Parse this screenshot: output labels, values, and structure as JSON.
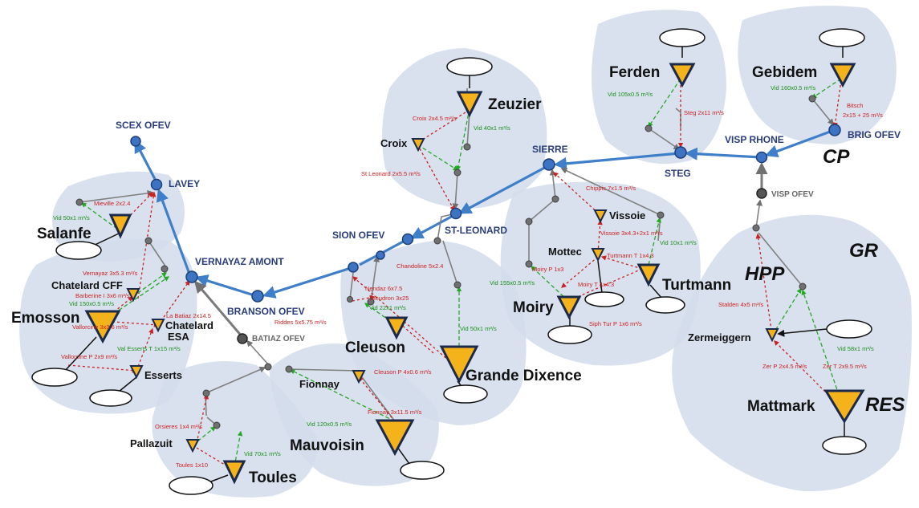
{
  "subsystems": {
    "cp": "CP",
    "gr": "GR",
    "hpp": "HPP",
    "res": "RES"
  },
  "river_nodes": {
    "scex": "SCEX OFEV",
    "lavey": "LAVEY",
    "vernayaz": "VERNAYAZ AMONT",
    "branson": "BRANSON OFEV",
    "batiaz": "BATIAZ OFEV",
    "sion": "SION OFEV",
    "st_leonard": "ST-LEONARD",
    "sierre": "SIERRE",
    "steg": "STEG",
    "visp_rhone": "VISP RHONE",
    "brig": "BRIG OFEV",
    "visp_ofev": "VISP OFEV"
  },
  "reservoirs": {
    "salanfe": "Salanfe",
    "emosson": "Emosson",
    "chatelard_cff": "Chatelard CFF",
    "chatelard_esa_1": "Chatelard",
    "chatelard_esa_2": "ESA",
    "esserts": "Esserts",
    "pallazuit": "Pallazuit",
    "toules": "Toules",
    "fionnay": "Fionnay",
    "mauvoisin": "Mauvoisin",
    "cleuson": "Cleuson",
    "grande_dixence": "Grande Dixence",
    "croix": "Croix",
    "zeuzier": "Zeuzier",
    "moiry": "Moiry",
    "mottec": "Mottec",
    "vissoie": "Vissoie",
    "turtmann": "Turtmann",
    "ferden": "Ferden",
    "gebidem": "Gebidem",
    "zermeiggern": "Zermeiggern",
    "mattmark": "Mattmark"
  },
  "flow_labels": {
    "mieville": "Mieville 2x2.4",
    "vid_salanfe": "Vid 50x1 m³/s",
    "vernayaz": "Vernayaz 3x5.3 m³/s",
    "barberine": "Barberine I 3x6 m³/s",
    "vid_emosson": "Vid 150x0.5 m³/s",
    "vallorcine": "Vallorcine 3x3.6 m³/s",
    "la_batiaz": "La Batiaz 2x14.5",
    "val_esserts": "Val Esserts T 1x15 m³/s",
    "vallorcine_p": "Vallorcine P 2x9 m³/s",
    "orsieres": "Orsieres 1x4 m³/s",
    "vid_pallazuit": "Vid 70x1 m³/s",
    "toules": "Toules 1x10",
    "riddes": "Riddes 5x5.75 m³/s",
    "nendaz": "Nendaz 6x7.5",
    "bieudron": "Bieudron 3x25",
    "chandoline": "Chandoline 5x2.4",
    "vid_cleuson": "Vid 22x1 m³/s",
    "vid_gd": "Vid 50x1 m³/s",
    "cleuson_p": "Cleuson P 4x0.6 m³/s",
    "vid_mauvoisin": "Vid 120x0.5 m³/s",
    "fionnay": "Fionnay 3x11.5 m³/s",
    "croix": "Croix 2x4.5 m³/s",
    "vid_zeuzier": "Vid 40x1 m³/s",
    "st_leonard": "St Leonard 2x5.5 m³/s",
    "chippis": "Chippis 7x1.5 m³/s",
    "vissoie": "Vissoie 3x4.3+2x1 m³/s",
    "vid_turtmann": "Vid 10x1 m³/s",
    "turtmann_t": "Turtmann T 1x4.3",
    "moiry_p": "Moiry P 1x3",
    "moiry_t": "Moiry T 4x4.3",
    "vid_moiry": "Vid 155x0.5 m³/s",
    "siph_tur": "Siph Tur P 1x6 m³/s",
    "vid_ferden": "Vid 105x0.5 m³/s",
    "steg": "Steg 2x11 m³/s",
    "vid_gebidem": "Vid 160x0.5 m³/s",
    "bitsch_1": "Bitsch",
    "bitsch_2": "2x15 + 25 m³/s",
    "stalden": "Stalden 4x5 m³/s",
    "vid_mattmark": "Vid 58x1 m³/s",
    "zer_p": "Zer P 2x4.5 m³/s",
    "zer_t": "Zer T 2x9.5 m³/s"
  },
  "colors": {
    "river": "#3f7fc9",
    "region": "#d2dceb",
    "reservoir": "#f4b21b",
    "turbine_link": "#cc2222",
    "spill_link": "#22aa22"
  }
}
